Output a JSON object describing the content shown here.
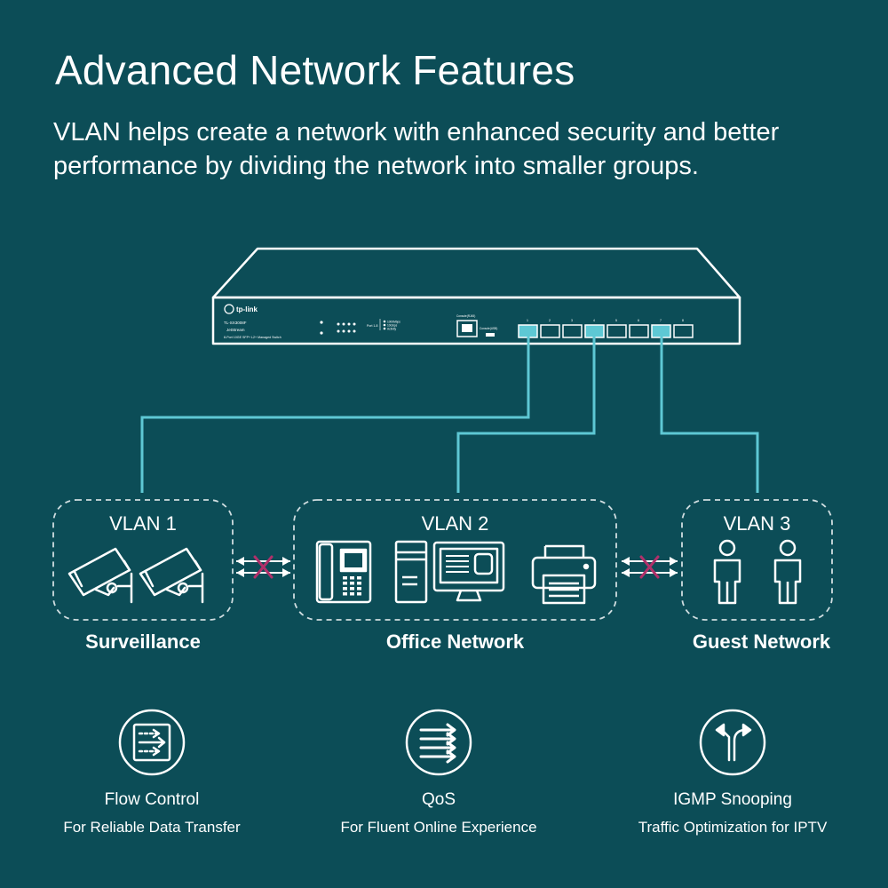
{
  "heading": {
    "title": "Advanced Network Features",
    "subtitle_line1": "VLAN helps create a network with enhanced security and better",
    "subtitle_line2": "performance by dividing the network into smaller groups."
  },
  "switch": {
    "brand": "tp-link",
    "model": "TL-SX3008F",
    "series": "JetStream",
    "description": "8-Port 10GE SFP+ L2+ Managed Switch",
    "console_label": "Console(RJ45)",
    "usb_label": "Console(USB)",
    "legend": [
      "1000Mbps",
      "10Gbps",
      "Activity"
    ],
    "port_legend_prefix": "Port 1-8",
    "port_numbers": [
      "1",
      "2",
      "3",
      "4",
      "5",
      "6",
      "7",
      "8"
    ]
  },
  "vlans": [
    {
      "label": "VLAN 1",
      "group": "Surveillance"
    },
    {
      "label": "VLAN 2",
      "group": "Office Network"
    },
    {
      "label": "VLAN 3",
      "group": "Guest Network"
    }
  ],
  "features": [
    {
      "name": "Flow Control",
      "description": "For Reliable Data Transfer",
      "icon": "flow-control-icon"
    },
    {
      "name": "QoS",
      "description": "For Fluent Online Experience",
      "icon": "qos-icon"
    },
    {
      "name": "IGMP Snooping",
      "description": "Traffic Optimization for IPTV",
      "icon": "igmp-snooping-icon"
    }
  ],
  "colors": {
    "background": "#0c4d57",
    "accent": "#5ec8d4",
    "blocked": "#b0306a",
    "line": "#ffffff"
  }
}
